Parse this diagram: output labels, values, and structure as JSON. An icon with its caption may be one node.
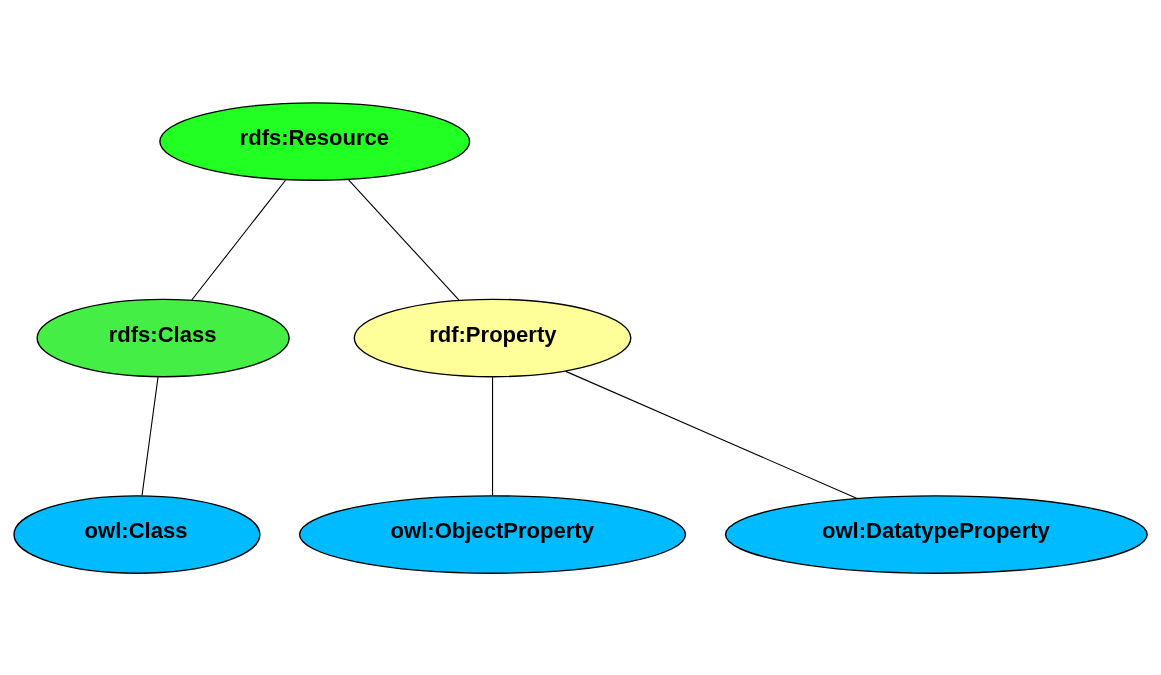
{
  "diagram": {
    "nodes": [
      {
        "text": [
          "rdfs:Resource"
        ]
      },
      {
        "text": [
          "rdfs:Class"
        ]
      },
      {
        "text": [
          "rdf:Property"
        ]
      },
      {
        "text": [
          "owl:Class"
        ]
      },
      {
        "text": [
          "owl:ObjectProperty"
        ]
      },
      {
        "text": [
          "owl:DatatypeProperty"
        ]
      }
    ],
    "edges": [
      {
        "from": 0,
        "to": 1,
        "arrow": "none"
      },
      {
        "from": 0,
        "to": 2,
        "arrow": "none"
      },
      {
        "from": 1,
        "to": 3,
        "arrow": "none"
      },
      {
        "from": 2,
        "to": 4,
        "arrow": "none"
      },
      {
        "from": 2,
        "to": 5,
        "arrow": "none"
      }
    ]
  }
}
